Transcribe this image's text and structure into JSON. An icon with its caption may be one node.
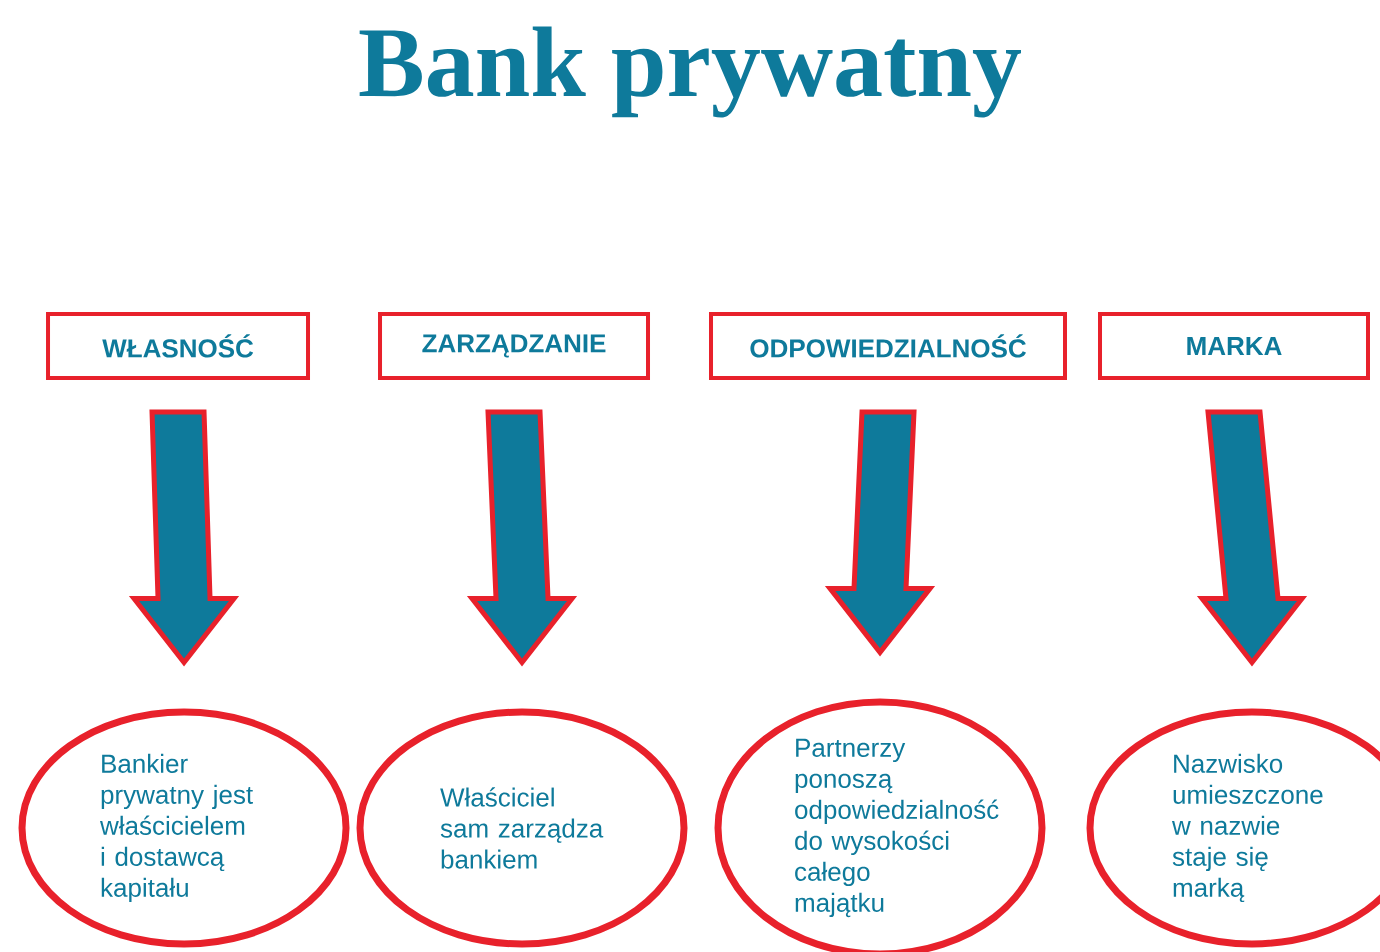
{
  "diagram": {
    "title": "Bank prywatny",
    "nodes": [
      {
        "text": [
          "WŁASNOŚĆ"
        ]
      },
      {
        "text": [
          "ZARZĄDZANIE"
        ]
      },
      {
        "text": [
          "ODPOWIEDZIALNOŚĆ"
        ]
      },
      {
        "text": [
          "MARKA"
        ]
      },
      {
        "text": [
          "Bankier prywatny jest właścicielem i dostawcą kapitału"
        ]
      },
      {
        "text": [
          "Właściciel sam zarządza bankiem"
        ]
      },
      {
        "text": [
          "Partnerzy ponoszą odpowiedzialność do wysokości całego majątku"
        ]
      },
      {
        "text": [
          "Nazwisko umieszczone w nazwie staje się marką"
        ]
      }
    ],
    "edges": [
      {
        "from": 0,
        "to": 4,
        "arrow": "to"
      },
      {
        "from": 1,
        "to": 5,
        "arrow": "to"
      },
      {
        "from": 2,
        "to": 6,
        "arrow": "to"
      },
      {
        "from": 3,
        "to": 7,
        "arrow": "to"
      }
    ]
  }
}
